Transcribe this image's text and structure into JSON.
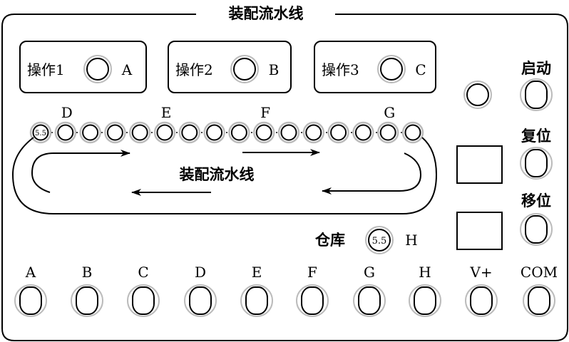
{
  "title": "装配流水线",
  "center_label": "装配流水线",
  "operators": [
    {
      "label": "操作1",
      "letter": "A"
    },
    {
      "label": "操作2",
      "letter": "B"
    },
    {
      "label": "操作3",
      "letter": "C"
    }
  ],
  "conveyor": {
    "first_value": "5.5",
    "count": 16,
    "labels": [
      {
        "text": "D",
        "index": 1
      },
      {
        "text": "E",
        "index": 5
      },
      {
        "text": "F",
        "index": 9
      },
      {
        "text": "G",
        "index": 14
      }
    ]
  },
  "controls": [
    "启动",
    "复位",
    "移位"
  ],
  "warehouse": {
    "label": "仓库",
    "value": "5.5",
    "letter": "H"
  },
  "terminals": [
    "A",
    "B",
    "C",
    "D",
    "E",
    "F",
    "G",
    "H",
    "V+",
    "COM"
  ]
}
